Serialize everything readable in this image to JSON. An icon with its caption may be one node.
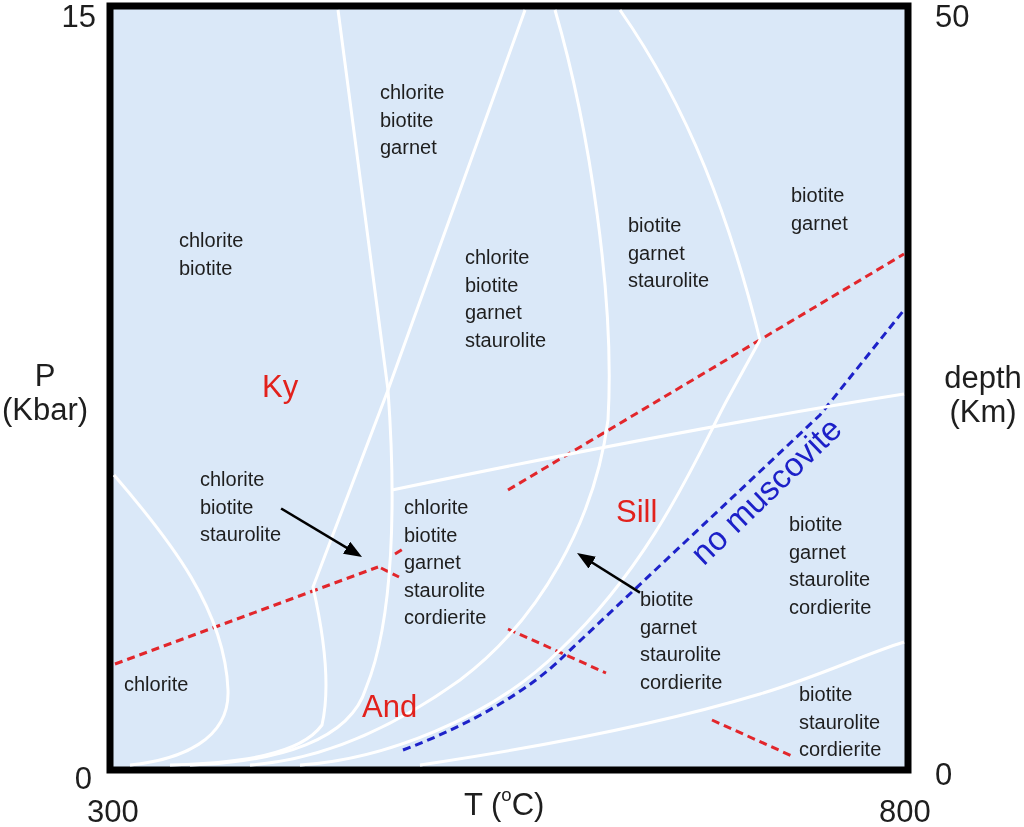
{
  "diagram": {
    "nodes": [
      {
        "text": [
          "chlorite biotite staurolite"
        ]
      },
      {
        "text": [
          "biotite garnet staurolite cordierite"
        ]
      }
    ],
    "edges": [
      {
        "from": 0,
        "to": null,
        "arrow": "to"
      },
      {
        "from": 1,
        "to": null,
        "arrow": "to"
      }
    ],
    "labels": [
      "15",
      "50",
      "chlorite biotite garnet",
      "biotite garnet",
      "biotite garnet staurolite",
      "chlorite biotite",
      "chlorite biotite garnet staurolite",
      "P (Kbar)",
      "Ky",
      "depth (Km)",
      "no muscovite",
      "chlorite biotite garnet staurolite cordierite",
      "Sill",
      "biotite garnet staurolite cordierite",
      "chlorite",
      "And",
      "biotite staurolite cordierite",
      "0",
      "0",
      "300",
      "T ($^{o}$C)",
      "800"
    ]
  }
}
